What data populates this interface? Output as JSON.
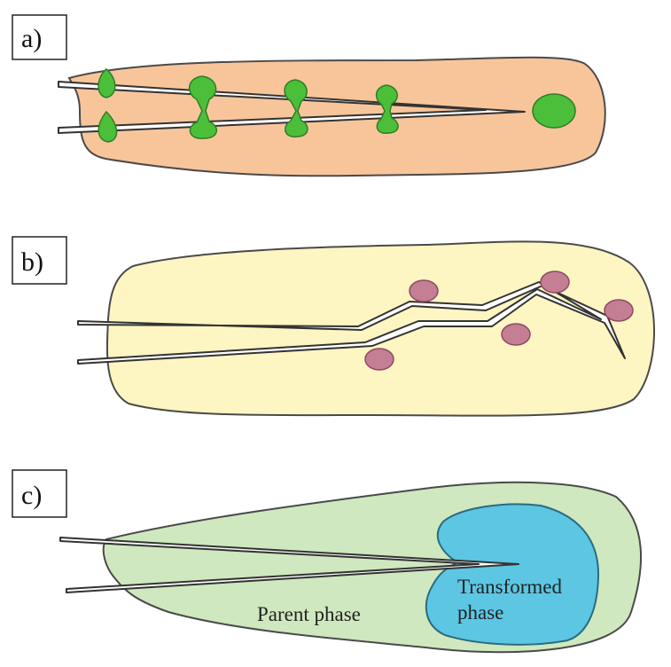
{
  "panels": [
    {
      "label": "a)"
    },
    {
      "label": "b)"
    },
    {
      "label": "c)"
    }
  ],
  "panel_c_text": {
    "parent_phase": "Parent phase",
    "transformed_line1": "Transformed",
    "transformed_line2": "phase"
  },
  "colors": {
    "panel_a_body": "#f8c59b",
    "panel_a_particles": "#4cbf3a",
    "panel_b_body": "#fdf5c2",
    "panel_b_particles": "#c47f95",
    "panel_c_body": "#cfe8bf",
    "panel_c_transformed": "#5cc6e3",
    "outline": "#4a4a4a",
    "crack": "#ffffff"
  }
}
